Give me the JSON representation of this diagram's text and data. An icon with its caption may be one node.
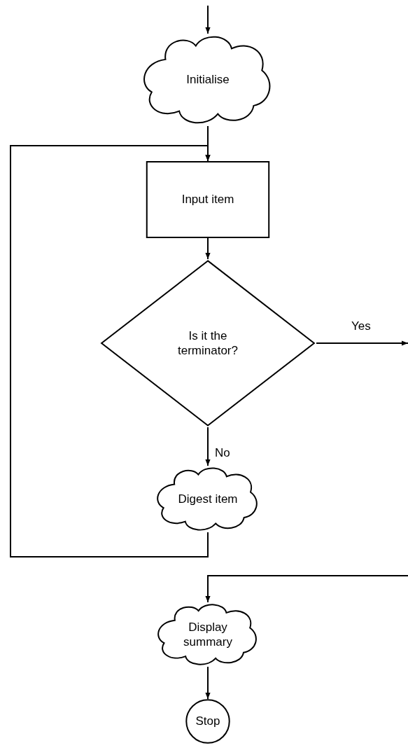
{
  "diagram": {
    "nodes": [
      {
        "text": [
          "Initialise"
        ]
      },
      {
        "text": [
          "Input item"
        ]
      },
      {
        "text": [
          "Is it the terminator?"
        ]
      },
      {
        "text": [
          "Digest item"
        ]
      },
      {
        "text": [
          "Display summary"
        ]
      },
      {
        "text": [
          "Stop"
        ]
      }
    ],
    "edges": [
      {
        "from": null,
        "to": 0,
        "arrow": "to"
      },
      {
        "from": 0,
        "to": 1,
        "arrow": "to"
      },
      {
        "from": 1,
        "to": 2,
        "arrow": "to"
      },
      {
        "from": 2,
        "to": 3,
        "arrow": "to",
        "label": "No"
      },
      {
        "from": 3,
        "to": 1,
        "arrow": "to"
      },
      {
        "from": 2,
        "to": null,
        "arrow": "to",
        "label": "Yes"
      },
      {
        "from": null,
        "to": 4,
        "arrow": "to"
      },
      {
        "from": 4,
        "to": 5,
        "arrow": "to"
      }
    ]
  }
}
